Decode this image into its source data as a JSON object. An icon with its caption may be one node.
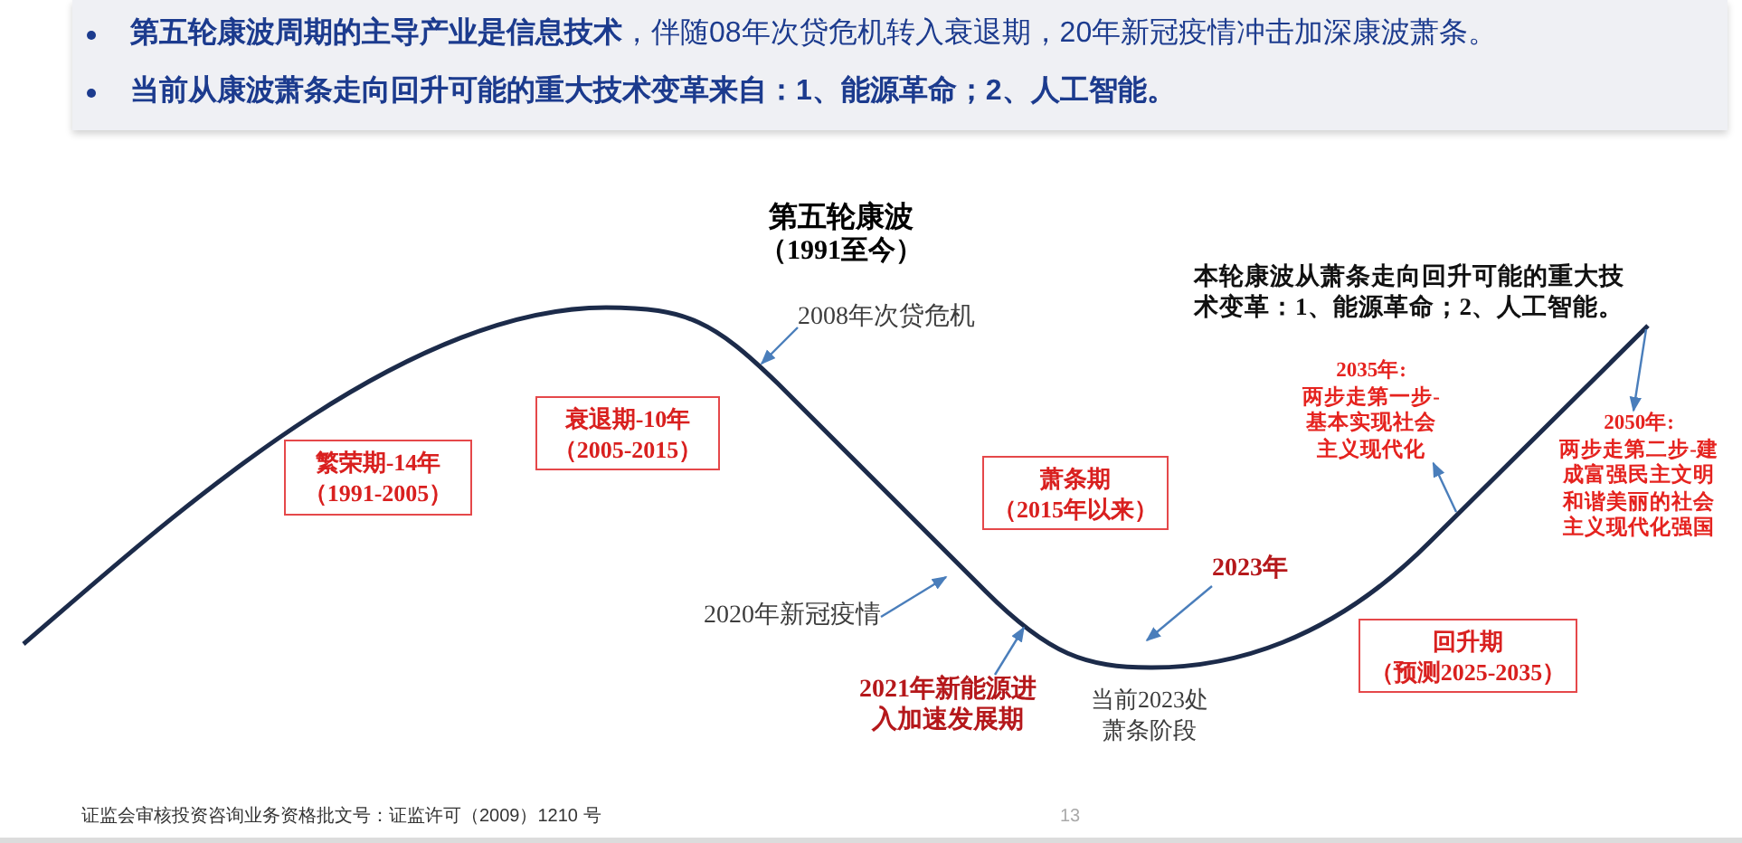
{
  "diagram": {
    "title": "第五轮康波",
    "nodes": [
      {
        "text": [
          "**第五轮康波周期的主导产业是信息技术**，伴随08年次贷危机转入衰退期，20年新冠疫情冲击加深康波萧条。",
          "当前从康波萧条走向回升可能的重大技术变革来自：1、能源革命；2、人工智能。"
        ]
      },
      {
        "text": [
          "2008年次贷危机"
        ]
      },
      {
        "text": [
          "衰退期-10年",
          "（2005-2015）"
        ]
      },
      {
        "text": [
          "2035年:",
          "两步走第一步-基本实现社会主义现代化"
        ]
      },
      {
        "text": [
          "2050年:",
          "两步走第二步-建成富强民主文明和谐美丽的社会主义现代化强国"
        ]
      },
      {
        "text": [
          "繁荣期-14年",
          "（1991-2005）"
        ]
      },
      {
        "text": [
          "萧条期",
          "（2015年以来）"
        ]
      },
      {
        "text": [
          "2023年"
        ]
      },
      {
        "text": [
          "2020年新冠疫情"
        ]
      },
      {
        "text": [
          "回升期",
          "（预测2025-2035）"
        ]
      },
      {
        "text": [
          "2021年新能源进入加速发展期"
        ]
      }
    ],
    "edges": [
      {
        "from": 1,
        "to": null,
        "arrow": "to"
      },
      {
        "from": 8,
        "to": null,
        "arrow": "to"
      },
      {
        "from": 10,
        "to": null,
        "arrow": "to"
      },
      {
        "from": 7,
        "to": null,
        "arrow": "to"
      },
      {
        "from": null,
        "to": 3,
        "arrow": "to"
      },
      {
        "from": null,
        "to": 4,
        "arrow": "to"
      }
    ],
    "labels": [
      "（1991至今）",
      "本轮康波从萧条走向回升可能的重大技术变革：1、能源革命；2、人工智能。",
      "当前2023处萧条阶段",
      "证监会审核投资咨询业务资格批文号：证监许可（2009）1210 号",
      "13"
    ]
  }
}
